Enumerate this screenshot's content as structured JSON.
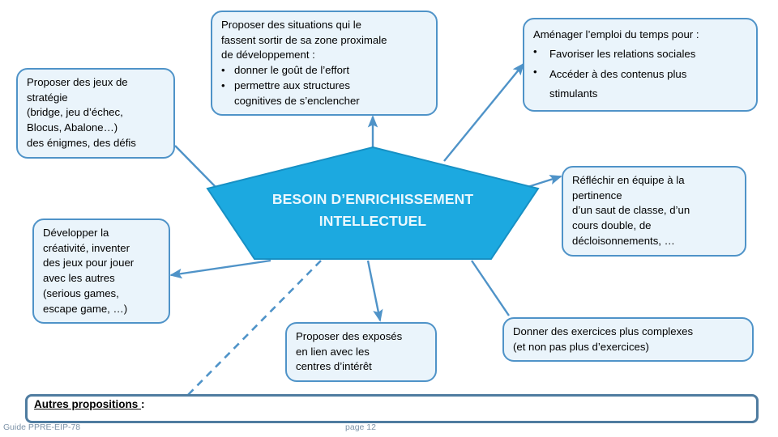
{
  "slide": {
    "center": {
      "title_line1": "BESOIN D’ENRICHISSEMENT",
      "title_line2": "INTELLECTUEL",
      "fill_color": "#1CA9E0",
      "text_color": "#EAF7FD"
    },
    "node_style": {
      "fill_color": "#EAF4FB",
      "border_color": "#4F93C8",
      "text_color": "#000000"
    },
    "nodes": {
      "jeux": {
        "lines": [
          "Proposer des jeux de",
          "stratégie",
          "(bridge, jeu d’échec,",
          "Blocus, Abalone…)",
          "des énigmes, des défis"
        ]
      },
      "situations": {
        "lines": [
          "Proposer des situations qui le",
          "fassent sortir de sa zone proximale",
          "de développement :"
        ],
        "bullet_char": "•",
        "bullets": [
          [
            "donner le goût de l’effort"
          ],
          [
            "permettre aux structures",
            "cognitives de s’enclencher"
          ]
        ]
      },
      "emploi": {
        "lines": [
          "Aménager l’emploi du temps pour :"
        ],
        "bullet_char": "•",
        "bullets": [
          [
            "Favoriser les relations sociales"
          ],
          [
            "Accéder à des contenus plus",
            "stimulants"
          ]
        ]
      },
      "creativite": {
        "lines": [
          "Développer la",
          "créativité, inventer",
          "des jeux pour jouer",
          "avec les autres",
          "(serious games,",
          "escape game, …)"
        ]
      },
      "reflechir": {
        "lines": [
          "Réfléchir en équipe à la",
          "pertinence",
          "d’un saut de classe, d’un",
          "cours double, de",
          "décloisonnements, …"
        ]
      },
      "exposes": {
        "lines": [
          "Proposer des exposés",
          "en lien avec les",
          "centres d’intérêt"
        ]
      },
      "exercices": {
        "lines": [
          "Donner des exercices plus complexes",
          "(et non pas  plus d’exercices)"
        ]
      }
    },
    "other_proposals": {
      "label": "Autres propositions ",
      "colon": ":",
      "border_color": "#4F7CA0"
    },
    "footer": {
      "left": "Guide PPRE-EIP-78",
      "page": "page  12"
    }
  }
}
